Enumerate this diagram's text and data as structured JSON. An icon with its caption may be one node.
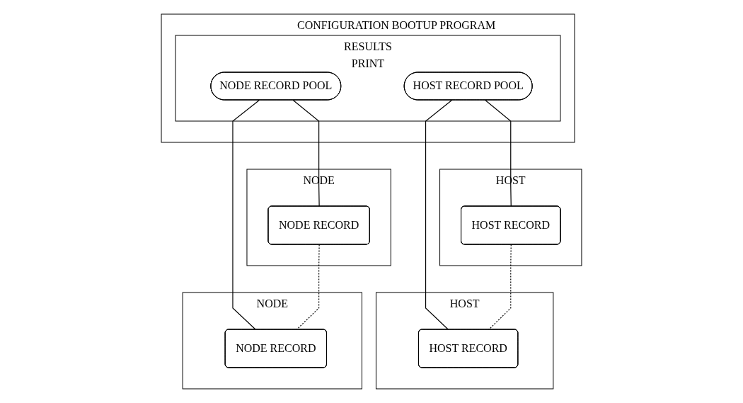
{
  "diagram": {
    "nodes": [
      {
        "text": [
          "CONFIGURATION BOOTUP PROGRAM"
        ]
      },
      {
        "text": [
          "RESULTS",
          "PRINT"
        ],
        "in": 0
      },
      {
        "text": [
          "HOST RECORD POOL"
        ],
        "in": 1
      },
      {
        "text": [
          "NODE RECORD POOL"
        ],
        "in": 1
      },
      {
        "text": [
          "HOST"
        ]
      },
      {
        "text": [
          "HOST RECORD"
        ],
        "in": 4
      },
      {
        "text": [
          "HOST"
        ]
      },
      {
        "text": [
          "HOST RECORD"
        ],
        "in": 6
      },
      {
        "text": [
          "NODE"
        ]
      },
      {
        "text": [
          "NODE RECORD"
        ],
        "in": 8
      },
      {
        "text": [
          "NODE"
        ]
      },
      {
        "text": [
          "NODE RECORD"
        ],
        "in": 10
      }
    ],
    "edges": [
      {
        "from": 2,
        "to": 5,
        "arrow": "none"
      },
      {
        "from": 2,
        "to": 7,
        "arrow": "none"
      },
      {
        "from": 3,
        "to": 9,
        "arrow": "none"
      },
      {
        "from": 3,
        "to": 11,
        "arrow": "none"
      },
      {
        "from": 5,
        "to": 7,
        "arrow": "none",
        "style": "dashed"
      },
      {
        "from": 9,
        "to": 11,
        "arrow": "none",
        "style": "dashed"
      }
    ]
  }
}
